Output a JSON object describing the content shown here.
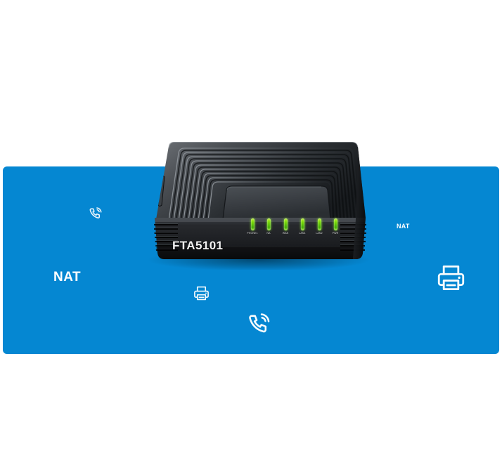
{
  "banner": {
    "background_color": "#0587d2",
    "labels": [
      {
        "name": "nat-large",
        "text": "NAT"
      },
      {
        "name": "nat-small",
        "text": "NAT"
      }
    ],
    "icons": [
      {
        "name": "phone-icon-small",
        "icon": "phone-call-icon"
      },
      {
        "name": "printer-icon-small",
        "icon": "printer-icon"
      },
      {
        "name": "phone-icon-large",
        "icon": "phone-call-icon"
      },
      {
        "name": "printer-icon-large",
        "icon": "printer-icon"
      }
    ]
  },
  "device": {
    "model": "FTA5101",
    "body_color": "#1c1f22",
    "leds": [
      {
        "label": "PHONE1",
        "color": "#7ad400",
        "state": "on"
      },
      {
        "label": "NA",
        "color": "#7ad400",
        "state": "on"
      },
      {
        "label": "WAN",
        "color": "#7ad400",
        "state": "on"
      },
      {
        "label": "LAN1",
        "color": "#7ad400",
        "state": "on"
      },
      {
        "label": "LAN2",
        "color": "#7ad400",
        "state": "on"
      },
      {
        "label": "PWR",
        "color": "#7ad400",
        "state": "on"
      }
    ]
  }
}
